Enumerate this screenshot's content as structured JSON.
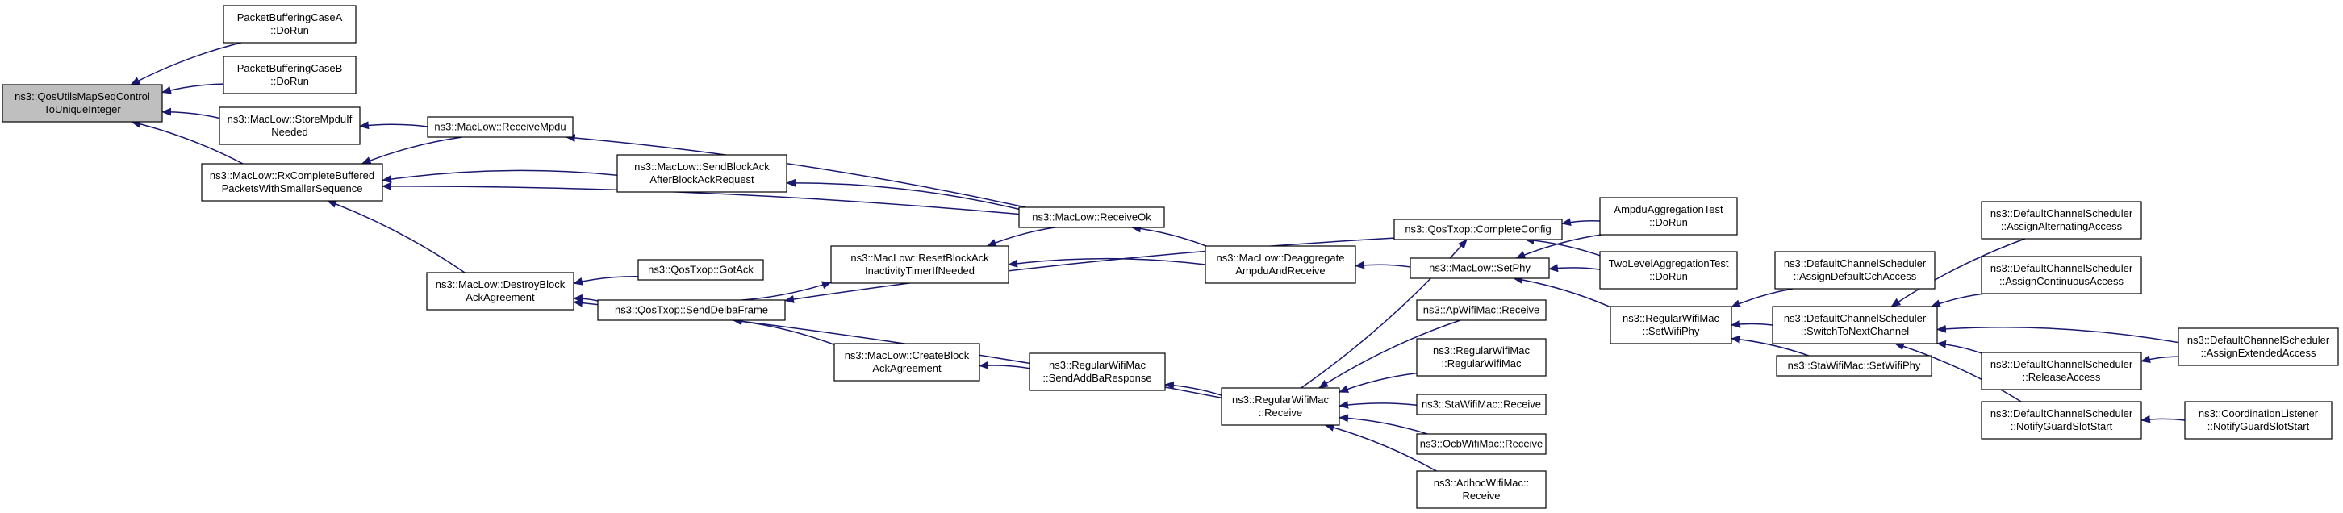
{
  "colors": {
    "root_fill": "#bfbfbf",
    "node_fill": "#ffffff",
    "node_stroke": "#000000",
    "edge": "#191970"
  },
  "nodes": [
    {
      "id": "root",
      "lines": [
        "ns3::QosUtilsMapSeqControl",
        "ToUniqueInteger"
      ],
      "highlight": true
    },
    {
      "id": "pbA",
      "lines": [
        "PacketBufferingCaseA",
        "::DoRun"
      ]
    },
    {
      "id": "pbB",
      "lines": [
        "PacketBufferingCaseB",
        "::DoRun"
      ]
    },
    {
      "id": "storeMpdu",
      "lines": [
        "ns3::MacLow::StoreMpduIf",
        "Needed"
      ]
    },
    {
      "id": "rxComplete",
      "lines": [
        "ns3::MacLow::RxCompleteBuffered",
        "PacketsWithSmallerSequence"
      ]
    },
    {
      "id": "receiveMpdu",
      "lines": [
        "ns3::MacLow::ReceiveMpdu"
      ]
    },
    {
      "id": "sendBlockAck",
      "lines": [
        "ns3::MacLow::SendBlockAck",
        "AfterBlockAckRequest"
      ]
    },
    {
      "id": "receiveOk",
      "lines": [
        "ns3::MacLow::ReceiveOk"
      ]
    },
    {
      "id": "destroyBlock",
      "lines": [
        "ns3::MacLow::DestroyBlock",
        "AckAgreement"
      ]
    },
    {
      "id": "gotAck",
      "lines": [
        "ns3::QosTxop::GotAck"
      ]
    },
    {
      "id": "sendDelba",
      "lines": [
        "ns3::QosTxop::SendDelbaFrame"
      ]
    },
    {
      "id": "resetBlockAck",
      "lines": [
        "ns3::MacLow::ResetBlockAck",
        "InactivityTimerIfNeeded"
      ]
    },
    {
      "id": "createBlock",
      "lines": [
        "ns3::MacLow::CreateBlock",
        "AckAgreement"
      ]
    },
    {
      "id": "sendAddBa",
      "lines": [
        "ns3::RegularWifiMac",
        "::SendAddBaResponse"
      ]
    },
    {
      "id": "deaggregate",
      "lines": [
        "ns3::MacLow::Deaggregate",
        "AmpduAndReceive"
      ]
    },
    {
      "id": "completeConfig",
      "lines": [
        "ns3::QosTxop::CompleteConfig"
      ]
    },
    {
      "id": "setPhyMac",
      "lines": [
        "ns3::MacLow::SetPhy"
      ]
    },
    {
      "id": "regReceive",
      "lines": [
        "ns3::RegularWifiMac",
        "::Receive"
      ]
    },
    {
      "id": "apReceive",
      "lines": [
        "ns3::ApWifiMac::Receive"
      ]
    },
    {
      "id": "regCtor",
      "lines": [
        "ns3::RegularWifiMac",
        "::RegularWifiMac"
      ]
    },
    {
      "id": "staReceive",
      "lines": [
        "ns3::StaWifiMac::Receive"
      ]
    },
    {
      "id": "ocbReceive",
      "lines": [
        "ns3::OcbWifiMac::Receive"
      ]
    },
    {
      "id": "adhocReceive",
      "lines": [
        "ns3::AdhocWifiMac::",
        "Receive"
      ]
    },
    {
      "id": "ampduTest",
      "lines": [
        "AmpduAggregationTest",
        "::DoRun"
      ]
    },
    {
      "id": "twoLevelTest",
      "lines": [
        "TwoLevelAggregationTest",
        "::DoRun"
      ]
    },
    {
      "id": "regSetWifiPhy",
      "lines": [
        "ns3::RegularWifiMac",
        "::SetWifiPhy"
      ]
    },
    {
      "id": "assignDefault",
      "lines": [
        "ns3::DefaultChannelScheduler",
        "::AssignDefaultCchAccess"
      ]
    },
    {
      "id": "switchToNext",
      "lines": [
        "ns3::DefaultChannelScheduler",
        "::SwitchToNextChannel"
      ]
    },
    {
      "id": "staSetWifiPhy",
      "lines": [
        "ns3::StaWifiMac::SetWifiPhy"
      ]
    },
    {
      "id": "assignAlternating",
      "lines": [
        "ns3::DefaultChannelScheduler",
        "::AssignAlternatingAccess"
      ]
    },
    {
      "id": "assignContinuous",
      "lines": [
        "ns3::DefaultChannelScheduler",
        "::AssignContinuousAccess"
      ]
    },
    {
      "id": "releaseAccess",
      "lines": [
        "ns3::DefaultChannelScheduler",
        "::ReleaseAccess"
      ]
    },
    {
      "id": "notifyGuardSched",
      "lines": [
        "ns3::DefaultChannelScheduler",
        "::NotifyGuardSlotStart"
      ]
    },
    {
      "id": "assignExtended",
      "lines": [
        "ns3::DefaultChannelScheduler",
        "::AssignExtendedAccess"
      ]
    },
    {
      "id": "notifyGuardListener",
      "lines": [
        "ns3::CoordinationListener",
        "::NotifyGuardSlotStart"
      ]
    }
  ],
  "edges": [
    {
      "from": "pbA",
      "to": "root"
    },
    {
      "from": "pbB",
      "to": "root"
    },
    {
      "from": "storeMpdu",
      "to": "root"
    },
    {
      "from": "rxComplete",
      "to": "root"
    },
    {
      "from": "receiveMpdu",
      "to": "storeMpdu"
    },
    {
      "from": "receiveMpdu",
      "to": "rxComplete"
    },
    {
      "from": "sendBlockAck",
      "to": "rxComplete"
    },
    {
      "from": "receiveOk",
      "to": "rxComplete"
    },
    {
      "from": "destroyBlock",
      "to": "rxComplete"
    },
    {
      "from": "receiveOk",
      "to": "receiveMpdu"
    },
    {
      "from": "receiveOk",
      "to": "sendBlockAck"
    },
    {
      "from": "receiveOk",
      "to": "resetBlockAck"
    },
    {
      "from": "deaggregate",
      "to": "receiveOk"
    },
    {
      "from": "deaggregate",
      "to": "resetBlockAck"
    },
    {
      "from": "setPhyMac",
      "to": "deaggregate"
    },
    {
      "from": "gotAck",
      "to": "destroyBlock"
    },
    {
      "from": "sendDelba",
      "to": "destroyBlock"
    },
    {
      "from": "regReceive",
      "to": "destroyBlock"
    },
    {
      "from": "sendDelba",
      "to": "resetBlockAck"
    },
    {
      "from": "createBlock",
      "to": "sendDelba"
    },
    {
      "from": "completeConfig",
      "to": "sendDelba"
    },
    {
      "from": "sendAddBa",
      "to": "createBlock"
    },
    {
      "from": "regReceive",
      "to": "sendAddBa"
    },
    {
      "from": "regReceive",
      "to": "completeConfig"
    },
    {
      "from": "apReceive",
      "to": "regReceive"
    },
    {
      "from": "regCtor",
      "to": "regReceive"
    },
    {
      "from": "staReceive",
      "to": "regReceive"
    },
    {
      "from": "ocbReceive",
      "to": "regReceive"
    },
    {
      "from": "adhocReceive",
      "to": "regReceive"
    },
    {
      "from": "ampduTest",
      "to": "completeConfig"
    },
    {
      "from": "twoLevelTest",
      "to": "completeConfig"
    },
    {
      "from": "ampduTest",
      "to": "setPhyMac"
    },
    {
      "from": "twoLevelTest",
      "to": "setPhyMac"
    },
    {
      "from": "regSetWifiPhy",
      "to": "setPhyMac"
    },
    {
      "from": "assignDefault",
      "to": "regSetWifiPhy"
    },
    {
      "from": "switchToNext",
      "to": "regSetWifiPhy"
    },
    {
      "from": "staSetWifiPhy",
      "to": "regSetWifiPhy"
    },
    {
      "from": "assignAlternating",
      "to": "switchToNext"
    },
    {
      "from": "assignContinuous",
      "to": "switchToNext"
    },
    {
      "from": "assignExtended",
      "to": "switchToNext"
    },
    {
      "from": "releaseAccess",
      "to": "switchToNext"
    },
    {
      "from": "notifyGuardSched",
      "to": "switchToNext"
    },
    {
      "from": "assignExtended",
      "to": "releaseAccess"
    },
    {
      "from": "notifyGuardListener",
      "to": "notifyGuardSched"
    }
  ]
}
